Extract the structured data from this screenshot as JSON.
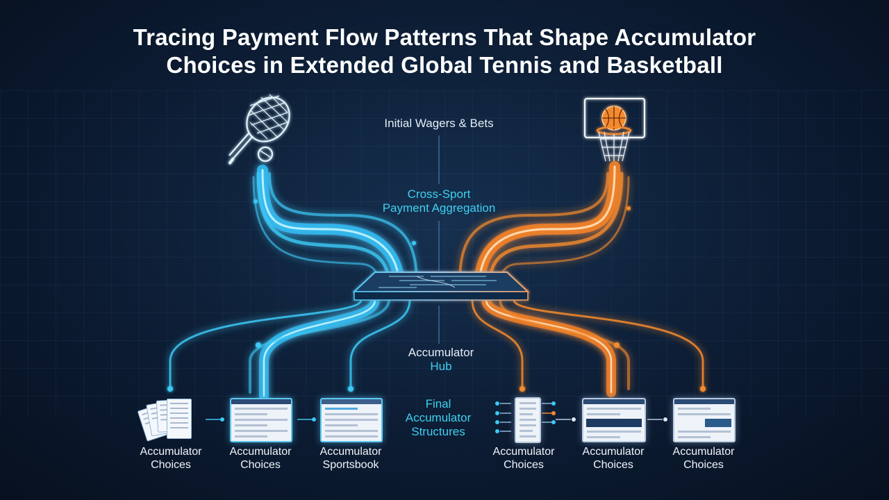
{
  "title": {
    "line1": "Tracing Payment Flow Patterns That Shape Accumulator",
    "line2": "Choices in Extended Global Tennis and Basketball"
  },
  "labels": {
    "initial": "Initial Wagers & Bets",
    "aggregation_line1": "Cross-Sport",
    "aggregation_line2": "Payment Aggregation",
    "hub_line1": "Accumulator",
    "hub_line2": "Hub",
    "final_line1": "Final",
    "final_line2": "Accumulator",
    "final_line3": "Structures"
  },
  "outputs": [
    {
      "line1": "Accumulator",
      "line2": "Choices"
    },
    {
      "line1": "Accumulator",
      "line2": "Choices"
    },
    {
      "line1": "Accumulator",
      "line2": "Sportsbook"
    },
    {
      "line1": "Accumulator",
      "line2": "Choices"
    },
    {
      "line1": "Accumulator",
      "line2": "Choices"
    },
    {
      "line1": "Accumulator",
      "line2": "Choices"
    }
  ],
  "icons": {
    "left": "tennis-racket-ball-icon",
    "right": "basketball-hoop-icon",
    "center": "aggregation-platform-icon"
  },
  "colors": {
    "tennis_flow": "#3cc8f5",
    "basketball_flow": "#f38a2e",
    "background": "#0c1c33",
    "label_accent": "#3fd0f0"
  }
}
